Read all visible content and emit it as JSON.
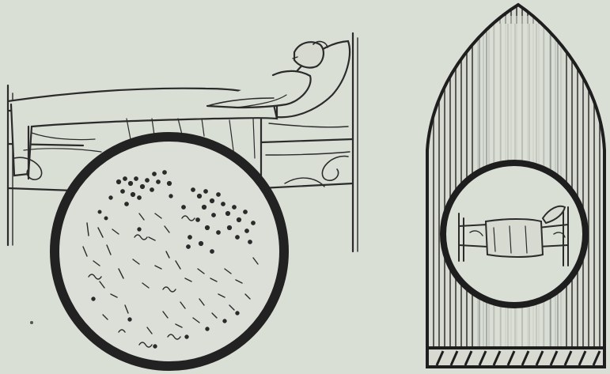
{
  "image": {
    "kind": "vintage-line-illustration",
    "palette": {
      "paper": "#dadfd6",
      "ink": "#2b2b2b",
      "ink_dark": "#1c1c1c",
      "shade": "#c9ccc4"
    },
    "panels": [
      {
        "name": "patient-in-bed",
        "icon": "bed-icon"
      },
      {
        "name": "microscope-view",
        "icon": "bacteria-icon"
      },
      {
        "name": "bullet-capsule",
        "icon": "bullet-icon"
      },
      {
        "name": "bed-vignette",
        "icon": "bed-icon"
      }
    ]
  }
}
